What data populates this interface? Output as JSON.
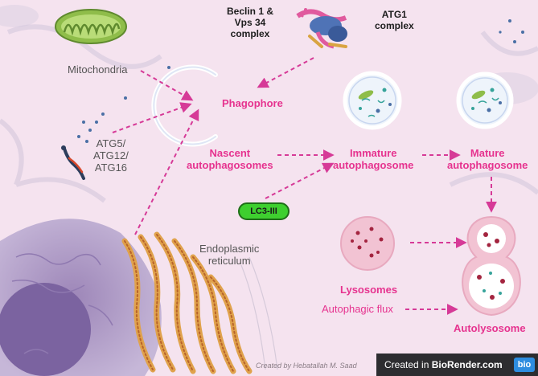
{
  "labels": {
    "mitochondria": "Mitochondria",
    "beclin": [
      "Beclin 1 &",
      "Vps 34",
      "complex"
    ],
    "atg1": [
      "ATG1",
      "complex"
    ],
    "phagophore": "Phagophore",
    "atg5": [
      "ATG5/",
      "ATG12/",
      "ATG16"
    ],
    "nascent": [
      "Nascent",
      "autophagosomes"
    ],
    "immature": [
      "Immature",
      "autophagosome"
    ],
    "mature": [
      "Mature",
      "autophagosome"
    ],
    "lc3": "LC3-III",
    "er": [
      "Endoplasmic",
      "reticulum"
    ],
    "lysosomes": "Lysosomes",
    "flux": "Autophagic flux",
    "autolysosome": "Autolysosome"
  },
  "credit": "Created by Hebatallah M. Saad",
  "brand": {
    "prefix": "Created in ",
    "name": "BioRender.com",
    "badge": "bio"
  },
  "colors": {
    "accent": "#e6338f",
    "arrow": "#d63a97",
    "background": "#f5e3ef"
  }
}
